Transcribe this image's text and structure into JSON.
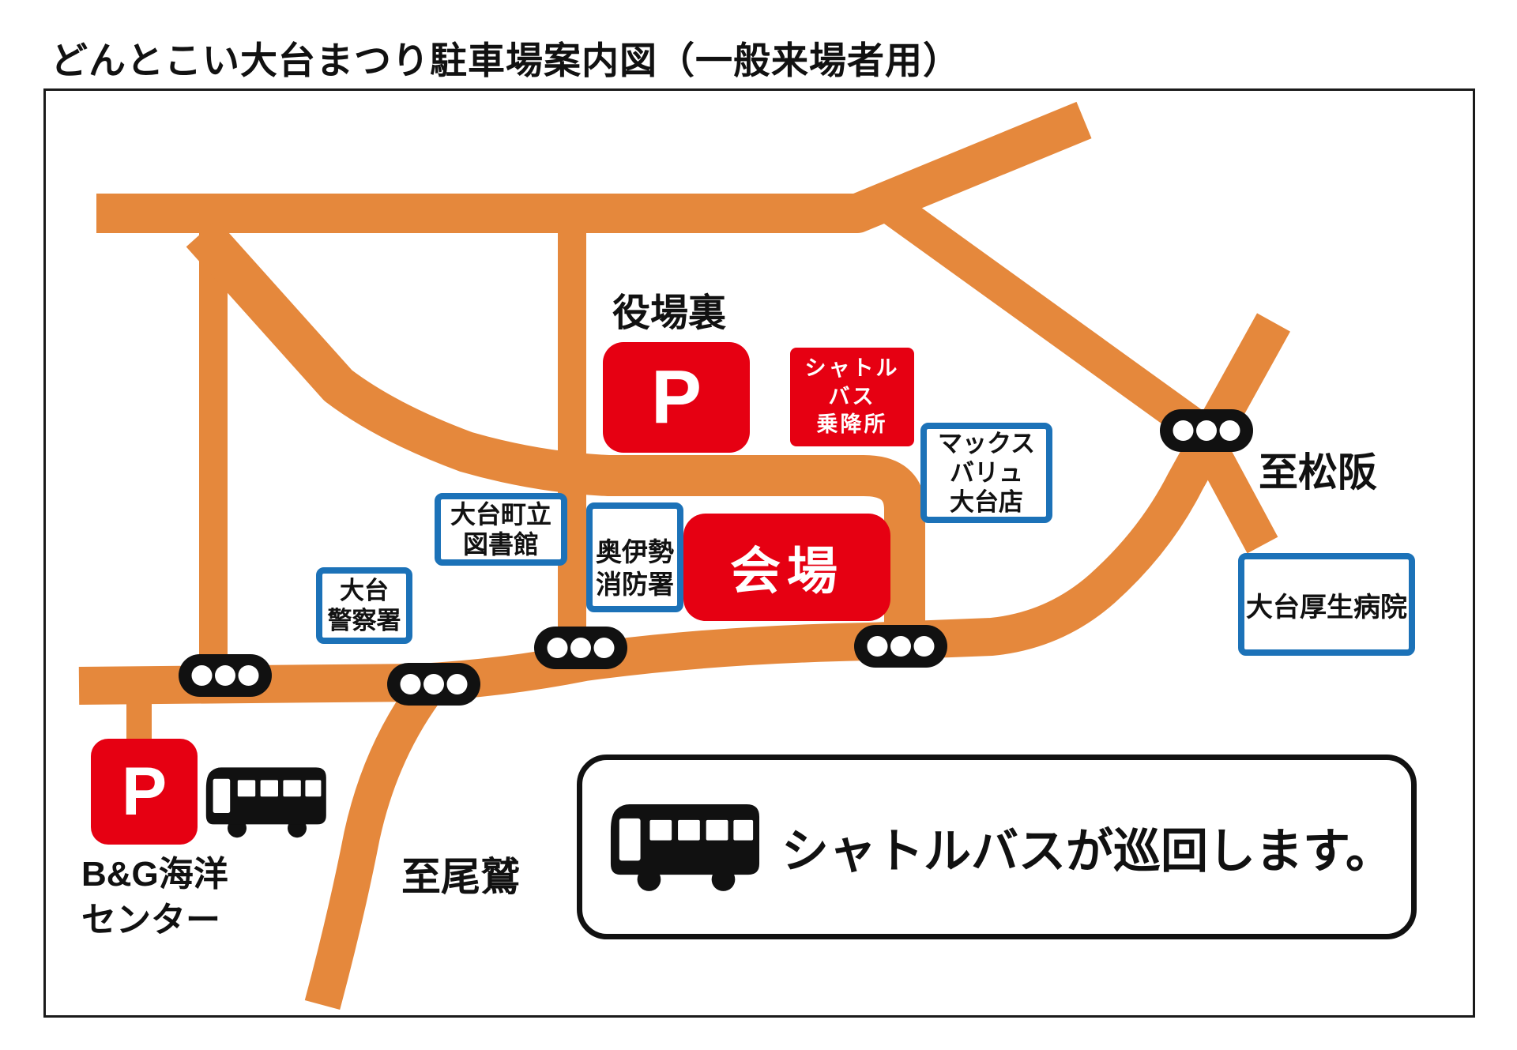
{
  "title": "どんとこい大台まつり駐車場案内図（一般来場者用）",
  "colors": {
    "road": "#E5883C",
    "marker_red": "#E60012",
    "facility_border_blue": "#1C72B8",
    "line_black": "#111111"
  },
  "map": {
    "area_labels": {
      "yakuba_ura": "役場裏",
      "to_matsusaka": "至松阪",
      "to_owase": "至尾鷲",
      "bg_marine_center": "B&G海洋\nセンター"
    },
    "parking": {
      "yakuba_p": "P",
      "bg_p": "P"
    },
    "red_boxes": {
      "shuttle_bus_stop": "シャトル\nバス\n乗降所",
      "venue": "会場"
    },
    "facilities": {
      "max_valu": "マックス\nバリュ\n大台店",
      "library": "大台町立\n図書館",
      "police": "大台\n警察署",
      "hospital": "大台厚生病院"
    },
    "notice": "シャトルバスが巡回します。",
    "icons": {
      "traffic_light": "traffic-light-icon",
      "bus": "bus-icon",
      "traffic_light_count": 5
    }
  }
}
